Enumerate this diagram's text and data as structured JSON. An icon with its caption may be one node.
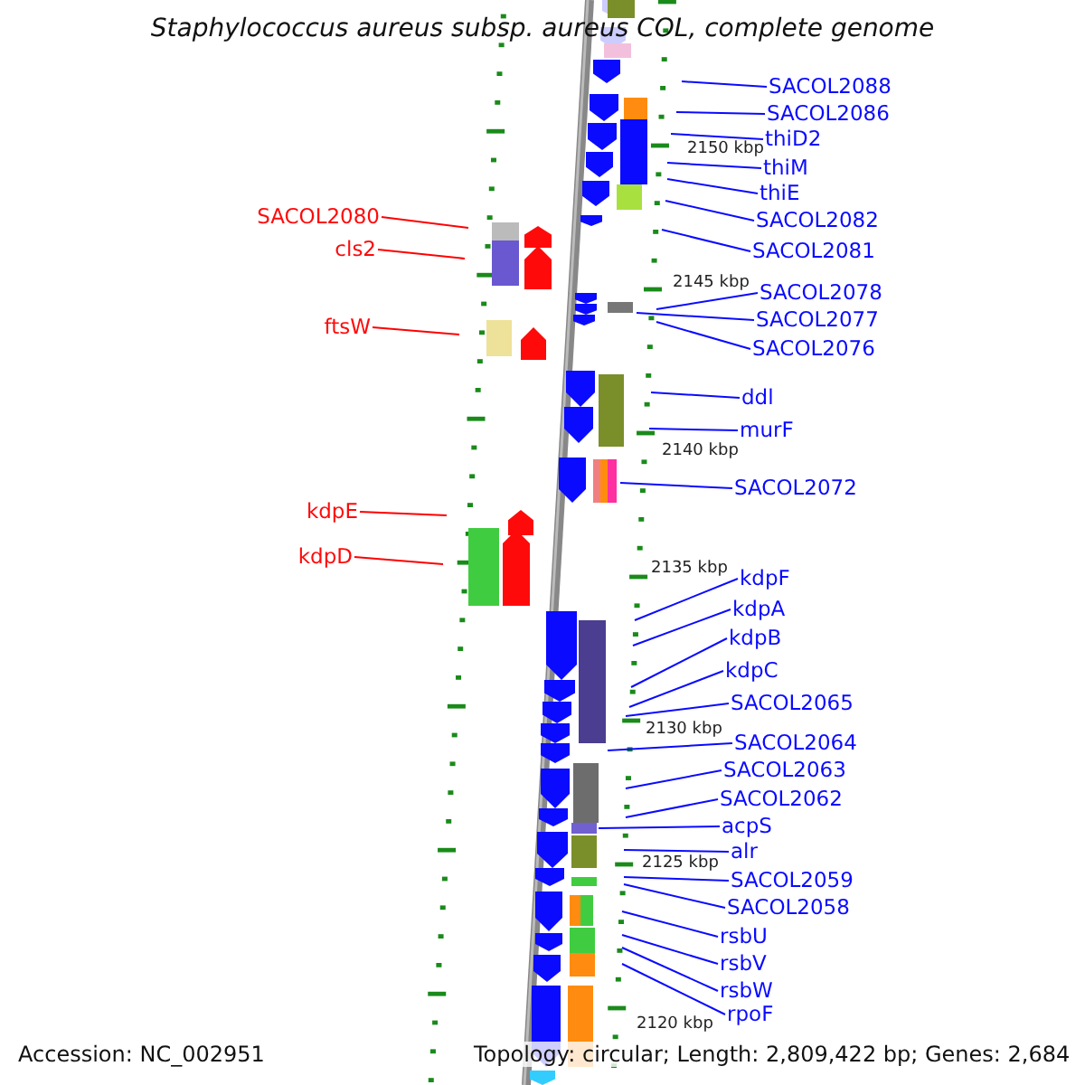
{
  "diagram": {
    "title": "Staphylococcus aureus subsp. aureus COL, complete genome",
    "nodes": [
      {
        "text": [
          "SACOL2088"
        ]
      },
      {
        "text": [
          "SACOL2086"
        ]
      },
      {
        "text": [
          "thiD2"
        ]
      },
      {
        "text": [
          "thiM"
        ]
      },
      {
        "text": [
          "thiE"
        ]
      },
      {
        "text": [
          "SACOL2080"
        ]
      },
      {
        "text": [
          "SACOL2082"
        ]
      },
      {
        "text": [
          "cls2"
        ]
      },
      {
        "text": [
          "SACOL2081"
        ]
      },
      {
        "text": [
          "SACOL2078"
        ]
      },
      {
        "text": [
          "SACOL2077"
        ]
      },
      {
        "text": [
          "ftsW"
        ]
      },
      {
        "text": [
          "SACOL2076"
        ]
      },
      {
        "text": [
          "ddl"
        ]
      },
      {
        "text": [
          "murF"
        ]
      },
      {
        "text": [
          "SACOL2072"
        ]
      },
      {
        "text": [
          "kdpE"
        ]
      },
      {
        "text": [
          "kdpD"
        ]
      },
      {
        "text": [
          "kdpF"
        ]
      },
      {
        "text": [
          "kdpA"
        ]
      },
      {
        "text": [
          "kdpB"
        ]
      },
      {
        "text": [
          "kdpC"
        ]
      },
      {
        "text": [
          "SACOL2065"
        ]
      },
      {
        "text": [
          "SACOL2064"
        ]
      },
      {
        "text": [
          "SACOL2063"
        ]
      },
      {
        "text": [
          "SACOL2062"
        ]
      },
      {
        "text": [
          "acpS"
        ]
      },
      {
        "text": [
          "alr"
        ]
      },
      {
        "text": [
          "SACOL2059"
        ]
      },
      {
        "text": [
          "SACOL2058"
        ]
      },
      {
        "text": [
          "rsbU"
        ]
      },
      {
        "text": [
          "rsbV"
        ]
      },
      {
        "text": [
          "rsbW"
        ]
      },
      {
        "text": [
          "rpoF"
        ]
      }
    ],
    "edges": [
      {
        "from": 0,
        "to": null,
        "arrow": "none"
      },
      {
        "from": 1,
        "to": null,
        "arrow": "none"
      },
      {
        "from": 2,
        "to": null,
        "arrow": "none"
      },
      {
        "from": 3,
        "to": null,
        "arrow": "none"
      },
      {
        "from": 4,
        "to": null,
        "arrow": "none"
      },
      {
        "from": 5,
        "to": null,
        "arrow": "none",
        "color": "#ff0000"
      },
      {
        "from": 6,
        "to": null,
        "arrow": "none"
      },
      {
        "from": 7,
        "to": null,
        "arrow": "none",
        "color": "#ff0000"
      },
      {
        "from": 8,
        "to": null,
        "arrow": "none"
      },
      {
        "from": 9,
        "to": null,
        "arrow": "none"
      },
      {
        "from": 10,
        "to": null,
        "arrow": "none"
      },
      {
        "from": 11,
        "to": null,
        "arrow": "none",
        "color": "#ff0000"
      },
      {
        "from": 12,
        "to": null,
        "arrow": "none"
      },
      {
        "from": 13,
        "to": null,
        "arrow": "none"
      },
      {
        "from": 14,
        "to": null,
        "arrow": "none"
      },
      {
        "from": 15,
        "to": null,
        "arrow": "none"
      },
      {
        "from": 16,
        "to": null,
        "arrow": "none",
        "color": "#ff0000"
      },
      {
        "from": 17,
        "to": null,
        "arrow": "none",
        "color": "#ff0000"
      },
      {
        "from": 18,
        "to": null,
        "arrow": "none"
      },
      {
        "from": 19,
        "to": null,
        "arrow": "none"
      },
      {
        "from": 20,
        "to": null,
        "arrow": "none"
      },
      {
        "from": 21,
        "to": null,
        "arrow": "none"
      },
      {
        "from": 22,
        "to": null,
        "arrow": "none"
      },
      {
        "from": 23,
        "to": null,
        "arrow": "none"
      },
      {
        "from": 24,
        "to": null,
        "arrow": "none"
      },
      {
        "from": 25,
        "to": null,
        "arrow": "none"
      },
      {
        "from": 26,
        "to": null,
        "arrow": "none"
      },
      {
        "from": 27,
        "to": null,
        "arrow": "none"
      },
      {
        "from": 28,
        "to": null,
        "arrow": "none"
      },
      {
        "from": 29,
        "to": null,
        "arrow": "none"
      },
      {
        "from": 30,
        "to": null,
        "arrow": "none"
      },
      {
        "from": 31,
        "to": null,
        "arrow": "none"
      },
      {
        "from": 32,
        "to": null,
        "arrow": "none"
      },
      {
        "from": 33,
        "to": null,
        "arrow": "none"
      }
    ],
    "labels": [
      "2150 kbp",
      "2145 kbp",
      "2140 kbp",
      "2135 kbp",
      "2130 kbp",
      "2125 kbp",
      "2120 kbp",
      "Accession: NC_002951",
      "Topology: circular; Length: 2,809,422 bp; Genes: 2,684"
    ]
  }
}
